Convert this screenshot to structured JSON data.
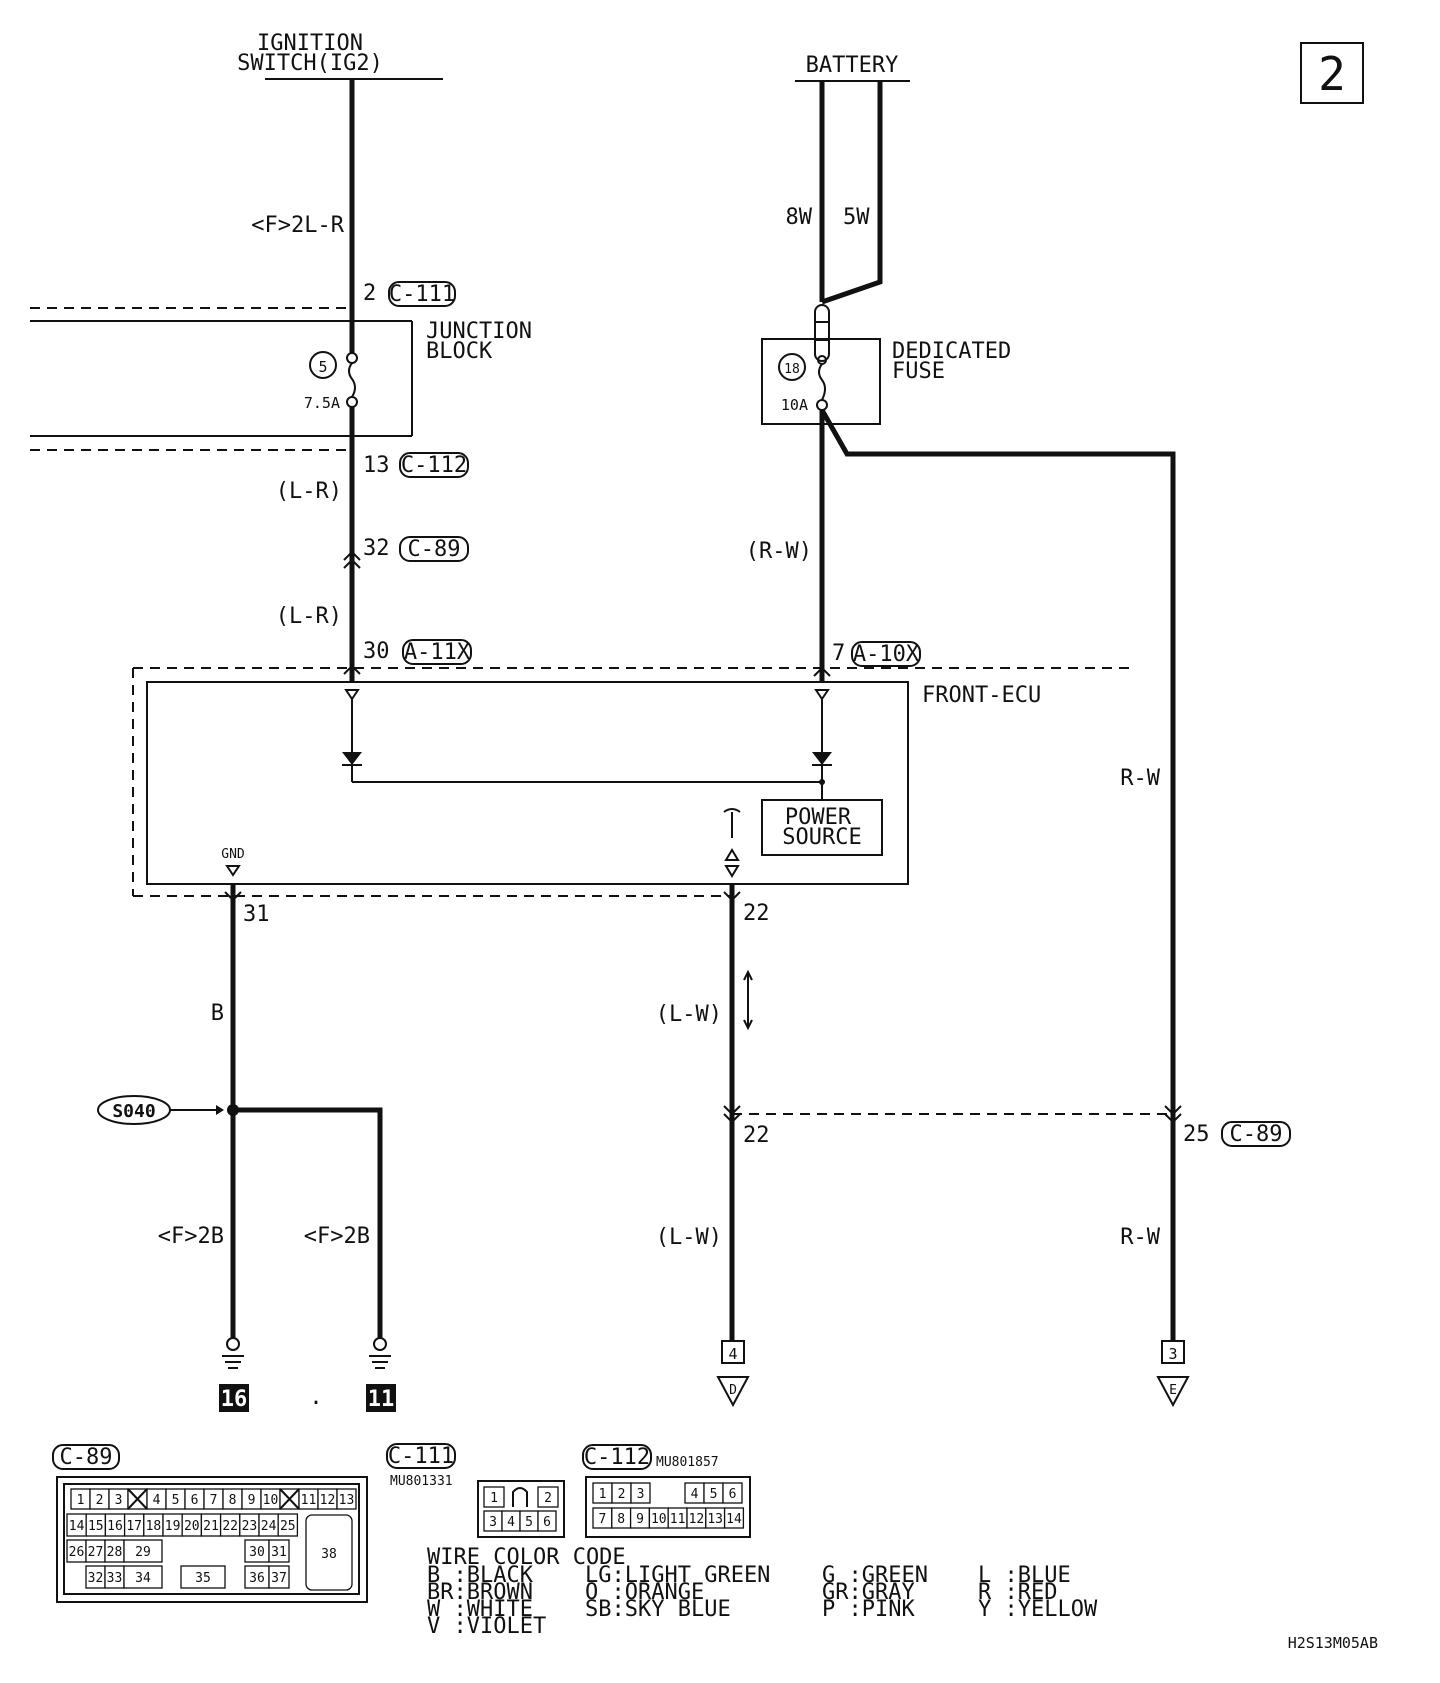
{
  "page_marker": "2",
  "sources": {
    "ignition_line1": "IGNITION",
    "ignition_line2": "SWITCH(IG2)",
    "battery": "BATTERY"
  },
  "wires": {
    "ign_top": "<F>2L-R",
    "ign_mid1": "(L-R)",
    "ign_mid2": "(L-R)",
    "bat_8w": "8W",
    "bat_5w": "5W",
    "fuse_out": "(R-W)",
    "right_rw": "R-W",
    "right_rw2": "R-W",
    "gnd_b": "B",
    "gnd_left": "<F>2B",
    "gnd_right": "<F>2B",
    "lw_upper": "(L-W)",
    "lw_lower": "(L-W)"
  },
  "connectors": {
    "c111_pin": "2",
    "c111_tag": "C-111",
    "c112_pin": "13",
    "c112_tag": "C-112",
    "c89_pin": "32",
    "c89_tag": "C-89",
    "a11x_pin": "30",
    "a11x_tag": "A-11X",
    "a10x_pin": "7",
    "a10x_tag": "A-10X",
    "pin31": "31",
    "pin22_top": "22",
    "pin22_bot": "22",
    "c89b_pin": "25",
    "c89b_tag": "C-89"
  },
  "junction_block": {
    "line1": "JUNCTION",
    "line2": "BLOCK",
    "fuse_no": "5",
    "rating": "7.5A"
  },
  "dedicated_fuse": {
    "line1": "DEDICATED",
    "line2": "FUSE",
    "fuse_no": "18",
    "rating": "10A"
  },
  "ecu": {
    "name": "FRONT-ECU",
    "power1": "POWER",
    "power2": "SOURCE",
    "gnd": "GND"
  },
  "splice": "S040",
  "grounds": [
    "16",
    "11"
  ],
  "ground_sep": ".",
  "outputs": [
    {
      "pin": "4",
      "letter": "D"
    },
    {
      "pin": "3",
      "letter": "E"
    }
  ],
  "connector_views": {
    "c89": {
      "tag": "C-89",
      "row1": [
        "1",
        "2",
        "3",
        "",
        "4",
        "5",
        "6",
        "7",
        "8",
        "9",
        "10",
        "",
        "11",
        "12",
        "13"
      ],
      "row2": [
        "14",
        "15",
        "16",
        "17",
        "18",
        "19",
        "20",
        "21",
        "22",
        "23",
        "24",
        "25"
      ],
      "row3": [
        "26",
        "27",
        "28",
        "29",
        "30",
        "31"
      ],
      "row4": [
        "32",
        "33",
        "34",
        "35",
        "36",
        "37"
      ],
      "big": "38"
    },
    "c111": {
      "tag": "C-111",
      "part": "MU801331",
      "row1": [
        "1",
        "2"
      ],
      "row2": [
        "3",
        "4",
        "5",
        "6"
      ]
    },
    "c112": {
      "tag": "C-112",
      "part": "MU801857",
      "row1": [
        "1",
        "2",
        "3",
        "4",
        "5",
        "6"
      ],
      "row2": [
        "7",
        "8",
        "9",
        "10",
        "11",
        "12",
        "13",
        "14"
      ]
    }
  },
  "wire_color_code": {
    "title": "WIRE COLOR CODE",
    "col1": [
      "B :BLACK",
      "BR:BROWN",
      "W :WHITE",
      "V :VIOLET"
    ],
    "col2": [
      "LG:LIGHT GREEN",
      "O :ORANGE",
      "SB:SKY BLUE"
    ],
    "col3": [
      "G :GREEN",
      "GR:GRAY",
      "P :PINK"
    ],
    "col4": [
      "L :BLUE",
      "R :RED",
      "Y :YELLOW"
    ]
  },
  "doc_code": "H2S13M05AB"
}
